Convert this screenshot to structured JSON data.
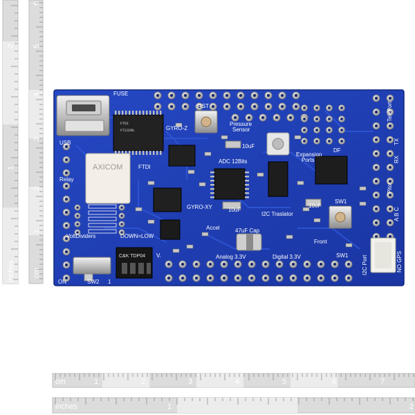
{
  "board": {
    "labels": {
      "fuse": "FUSE",
      "usb": "USB",
      "ftdi_chip": "FTDI",
      "ftdi": "FTDI",
      "relay": "Relay",
      "axicom": "AXICOM",
      "volt_dividers": "VoltDividers",
      "down_low": "DOWN=LOW",
      "dip_switch": "C&K TDP04",
      "sw2": "SW2",
      "on": "ON",
      "vsw": "V.",
      "num1": "1",
      "rst": "RST",
      "gyro_z": "GYRO-Z",
      "gyro_xy": "GYRO-XY",
      "accel": "Accel",
      "pressure": "Pressure",
      "sensor": "Sensor",
      "adc": "ADC 12Bits",
      "i2c_traslator": "I2C Traslator",
      "cap10uf_a": "10uF",
      "cap10uf_b": "10uF",
      "cap10uf_c": "10uF",
      "cap47uf": "47uF Cap",
      "analog": "Analog 3.3V",
      "digital": "Digital 3.3V",
      "front": "Front",
      "sw1_a": "SW1",
      "sw1_b": "SW1",
      "expansion": "Expansion",
      "ports": "Ports",
      "df": "DF",
      "i2c_port": "I2C Port",
      "no_gps": "NO GPS",
      "tele_port": "TelePort",
      "tx": "TX",
      "rx": "RX",
      "pitot": "Pitot",
      "abc": "A B C"
    }
  },
  "rulers": {
    "vertical": {
      "cm_unit": "cm",
      "inch_unit": "inches",
      "cm_ticks": [
        "1",
        "2",
        "3",
        "4",
        "5",
        "6"
      ],
      "inch_ticks": [
        "1",
        "2"
      ]
    },
    "horizontal": {
      "cm_unit": "cm",
      "inch_unit": "inches",
      "cm_ticks": [
        "1",
        "2",
        "3",
        "4",
        "5",
        "6",
        "7"
      ],
      "inch_ticks": [
        "1",
        "2"
      ]
    }
  },
  "colors": {
    "pcb": "#1f3fb5",
    "pcb_edge": "#2a4fd0",
    "pad": "#b9b9b9",
    "silk": "#ffffff",
    "ruler": "#d2d2d2"
  }
}
